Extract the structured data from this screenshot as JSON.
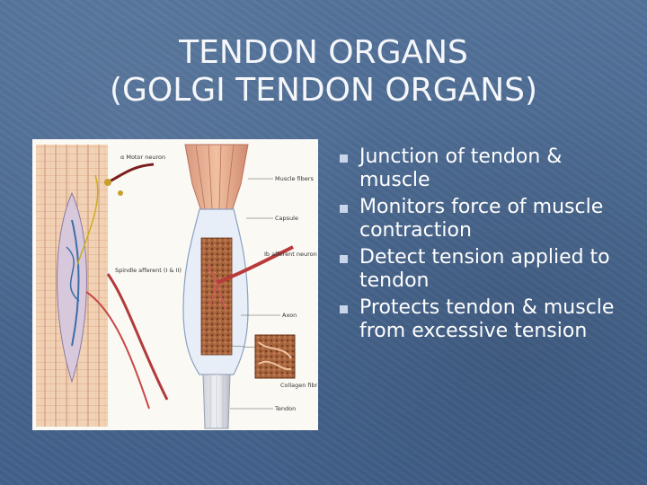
{
  "slide": {
    "title_line1": "TENDON ORGANS",
    "title_line2": "(GOLGI TENDON ORGANS)"
  },
  "figure": {
    "labels": {
      "alpha_motor": "α Motor neuron",
      "muscle_fibers": "Muscle fibers",
      "capsule": "Capsule",
      "ib_afferent": "Ib afferent neuron",
      "spindle_afferent": "Spindle afferent (I & II)",
      "axon": "Axon",
      "collagen": "Collagen fibrils",
      "tendon": "Tendon"
    }
  },
  "bullets": [
    {
      "text": "Junction of tendon & muscle"
    },
    {
      "text": "Monitors force of muscle contraction"
    },
    {
      "text": "Detect tension applied to tendon"
    },
    {
      "text": "Protects tendon & muscle from excessive tension"
    }
  ],
  "colors": {
    "background": "#4a6890",
    "title": "#f4f6fa",
    "bullet_text": "#ffffff",
    "bullet_marker": "#c9d6ea"
  }
}
